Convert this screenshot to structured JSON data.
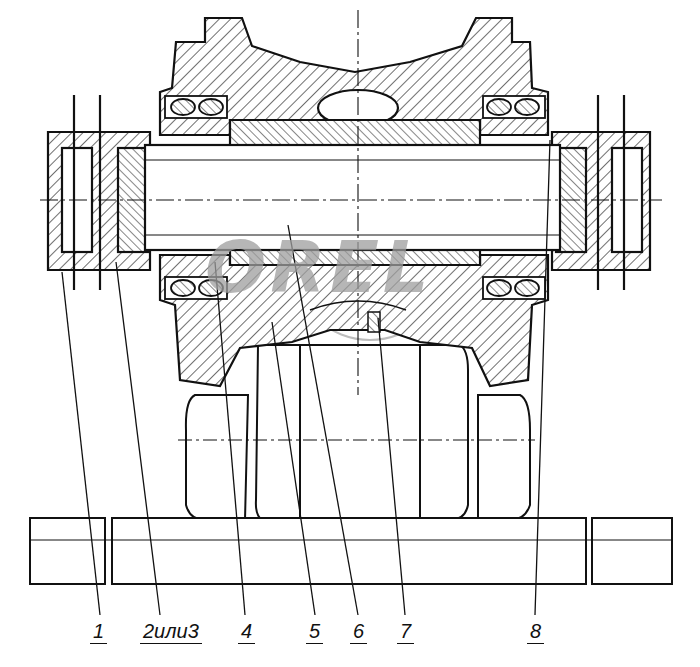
{
  "diagram": {
    "labels": [
      "1",
      "2или3",
      "4",
      "5",
      "6",
      "7",
      "8",
      "OREL"
    ]
  }
}
